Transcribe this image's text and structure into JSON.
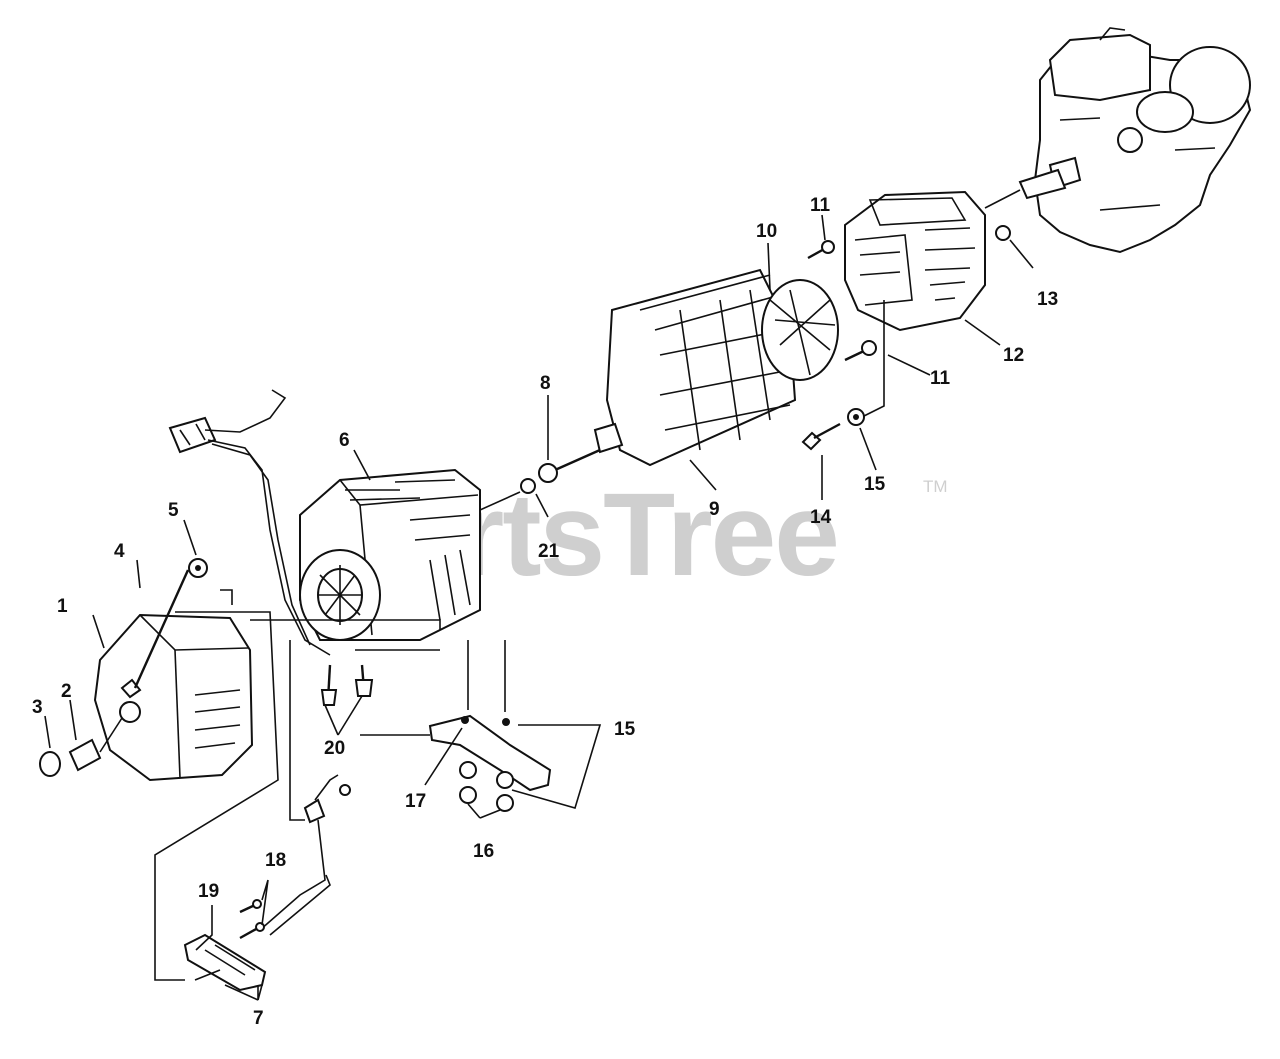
{
  "diagram": {
    "watermark": "PartsTree",
    "watermark_mark": "TM",
    "callouts": [
      "1",
      "2",
      "3",
      "4",
      "5",
      "6",
      "7",
      "8",
      "9",
      "10",
      "11",
      "11",
      "12",
      "13",
      "14",
      "15",
      "15",
      "16",
      "17",
      "18",
      "19",
      "20",
      "21"
    ]
  }
}
